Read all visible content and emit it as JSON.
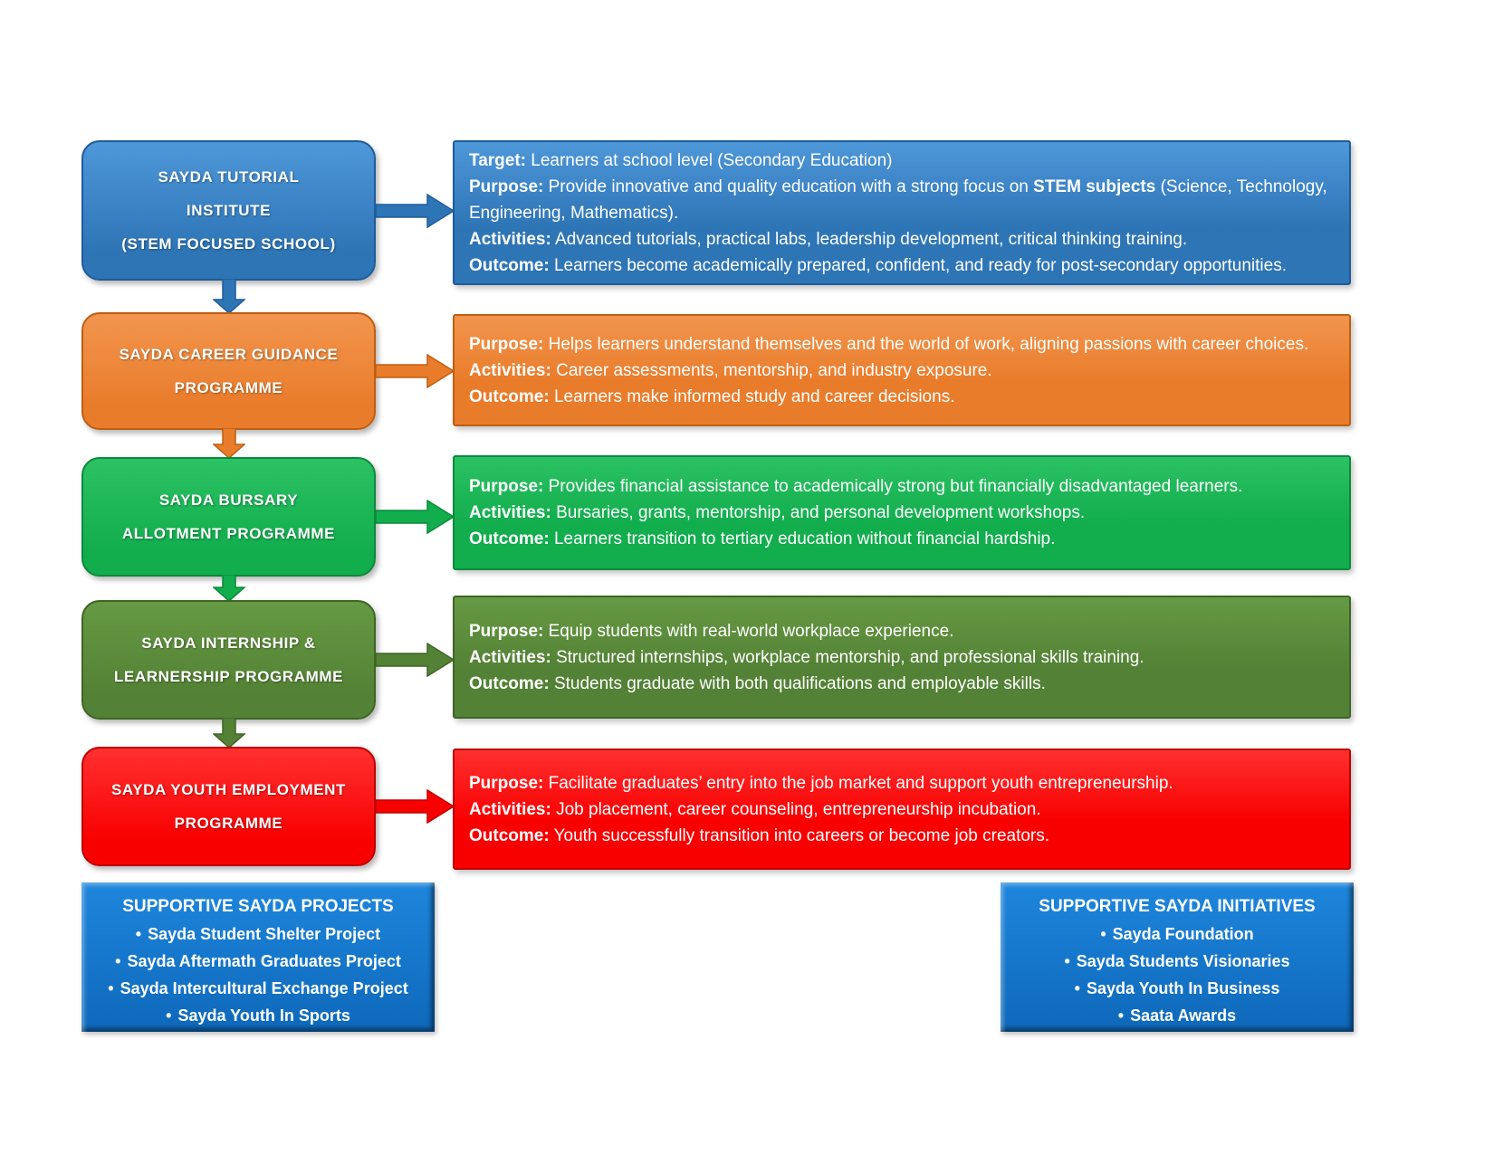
{
  "page": {
    "background": "#ffffff"
  },
  "bullet": "•",
  "flow_rows": [
    {
      "name": "sayda-tutorial-institute",
      "title_lines": [
        "SAYDA TUTORIAL",
        "INSTITUTE",
        "(STEM FOCUSED SCHOOL)"
      ],
      "colors": {
        "base": "#2E75B6",
        "light": "#4E97D9",
        "dark": "#1F5C99"
      },
      "detail_lines": [
        [
          {
            "b": 1,
            "t": "Target:"
          },
          {
            "b": 0,
            "t": " Learners at school level (Secondary Education)"
          }
        ],
        [
          {
            "b": 1,
            "t": "Purpose:"
          },
          {
            "b": 0,
            "t": " Provide innovative and quality education with a strong focus on "
          },
          {
            "b": 1,
            "t": "STEM subjects"
          },
          {
            "b": 0,
            "t": " (Science, Technology, Engineering, Mathematics)."
          }
        ],
        [
          {
            "b": 1,
            "t": "Activities:"
          },
          {
            "b": 0,
            "t": " Advanced tutorials, practical labs, leadership development, critical thinking training."
          }
        ],
        [
          {
            "b": 1,
            "t": "Outcome:"
          },
          {
            "b": 0,
            "t": " Learners become academically prepared, confident, and ready for post-secondary opportunities."
          }
        ]
      ]
    },
    {
      "name": "sayda-career-guidance-programme",
      "title_lines": [
        "SAYDA CAREER GUIDANCE",
        "PROGRAMME"
      ],
      "colors": {
        "base": "#E97C2B",
        "light": "#F2954E",
        "dark": "#BE5E12"
      },
      "detail_lines": [
        [
          {
            "b": 1,
            "t": "Purpose:"
          },
          {
            "b": 0,
            "t": " Helps learners understand themselves and the world of work, aligning passions with career choices."
          }
        ],
        [
          {
            "b": 1,
            "t": "Activities:"
          },
          {
            "b": 0,
            "t": " Career assessments, mentorship, and industry exposure."
          }
        ],
        [
          {
            "b": 1,
            "t": "Outcome:"
          },
          {
            "b": 0,
            "t": " Learners make informed study and career decisions."
          }
        ]
      ]
    },
    {
      "name": "sayda-bursary-allotment-programme",
      "title_lines": [
        "SAYDA BURSARY",
        "ALLOTMENT PROGRAMME"
      ],
      "colors": {
        "base": "#12AD4D",
        "light": "#2BC264",
        "dark": "#0B8A3C"
      },
      "detail_lines": [
        [
          {
            "b": 1,
            "t": "Purpose:"
          },
          {
            "b": 0,
            "t": " Provides financial assistance to academically strong but financially disadvantaged learners."
          }
        ],
        [
          {
            "b": 1,
            "t": "Activities:"
          },
          {
            "b": 0,
            "t": " Bursaries, grants, mentorship, and personal development workshops."
          }
        ],
        [
          {
            "b": 1,
            "t": "Outcome:"
          },
          {
            "b": 0,
            "t": " Learners transition to tertiary education without financial hardship."
          }
        ]
      ]
    },
    {
      "name": "sayda-internship-learnership-programme",
      "title_lines": [
        "SAYDA INTERNSHIP &",
        "LEARNERSHIP PROGRAMME"
      ],
      "colors": {
        "base": "#538135",
        "light": "#669A43",
        "dark": "#3F6526"
      },
      "detail_lines": [
        [
          {
            "b": 1,
            "t": "Purpose:"
          },
          {
            "b": 0,
            "t": " Equip students with real-world workplace experience."
          }
        ],
        [
          {
            "b": 1,
            "t": "Activities:"
          },
          {
            "b": 0,
            "t": " Structured internships, workplace mentorship, and professional skills training."
          }
        ],
        [
          {
            "b": 1,
            "t": "Outcome:"
          },
          {
            "b": 0,
            "t": " Students graduate with both qualifications and employable skills."
          }
        ]
      ]
    },
    {
      "name": "sayda-youth-employment-programme",
      "title_lines": [
        "SAYDA YOUTH EMPLOYMENT",
        "PROGRAMME"
      ],
      "colors": {
        "base": "#F90000",
        "light": "#FF3030",
        "dark": "#C00000"
      },
      "detail_lines": [
        [
          {
            "b": 1,
            "t": "Purpose:"
          },
          {
            "b": 0,
            "t": " Facilitate graduates’ entry into the job market and support youth entrepreneurship."
          }
        ],
        [
          {
            "b": 1,
            "t": "Activities:"
          },
          {
            "b": 0,
            "t": " Job placement, career counseling, entrepreneurship incubation."
          }
        ],
        [
          {
            "b": 1,
            "t": "Outcome:"
          },
          {
            "b": 0,
            "t": " Youth successfully transition into careers or become job creators."
          }
        ]
      ]
    }
  ],
  "bottom_boxes": [
    {
      "name": "supportive-sayda-projects",
      "title": "SUPPORTIVE SAYDA PROJECTS",
      "items": [
        "Sayda Student Shelter Project",
        "Sayda Aftermath Graduates Project",
        "Sayda Intercultural Exchange Project",
        "Sayda Youth In Sports"
      ],
      "colors": {
        "base": "#0F6FC6",
        "light": "#2F8FE0",
        "dark": "#07539A"
      }
    },
    {
      "name": "supportive-sayda-initiatives",
      "title": "SUPPORTIVE SAYDA INITIATIVES",
      "items": [
        "Sayda Foundation",
        "Sayda Students Visionaries",
        "Sayda Youth In Business",
        "Saata Awards"
      ],
      "colors": {
        "base": "#0F6FC6",
        "light": "#2F8FE0",
        "dark": "#07539A"
      }
    }
  ]
}
